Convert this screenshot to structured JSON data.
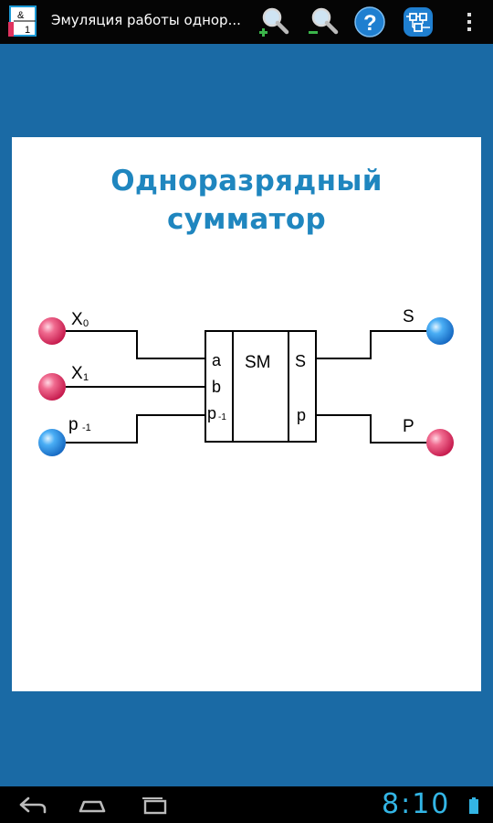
{
  "action_bar": {
    "app_icon_text_top": "&",
    "app_icon_text_bottom": "1",
    "title": "Эмуляция работы однор...",
    "buttons": [
      "zoom-in-icon",
      "zoom-out-icon",
      "help-icon",
      "scheme-icon"
    ]
  },
  "content": {
    "heading_line1": "Одноразрядный",
    "heading_line2": "сумматор",
    "inputs": [
      {
        "label": "X",
        "sub": "0"
      },
      {
        "label": "X",
        "sub": "1"
      },
      {
        "label": "p",
        "sub": "-1"
      }
    ],
    "outputs": [
      {
        "label": "S"
      },
      {
        "label": "P"
      }
    ],
    "block": {
      "name": "SM",
      "input_pins": [
        "a",
        "b",
        "p"
      ],
      "input_pin3_sub": "-1",
      "output_pins": [
        "S",
        "p"
      ]
    },
    "input_states": [
      "pink",
      "pink",
      "blue"
    ],
    "output_states": [
      "blue",
      "pink"
    ]
  },
  "nav_bar": {
    "clock": "8:10"
  },
  "colors": {
    "accent": "#1f86bf",
    "background": "#1a6aa5",
    "pink": "#e0335f",
    "blue": "#2f8fe0",
    "clock": "#33b5e5"
  }
}
